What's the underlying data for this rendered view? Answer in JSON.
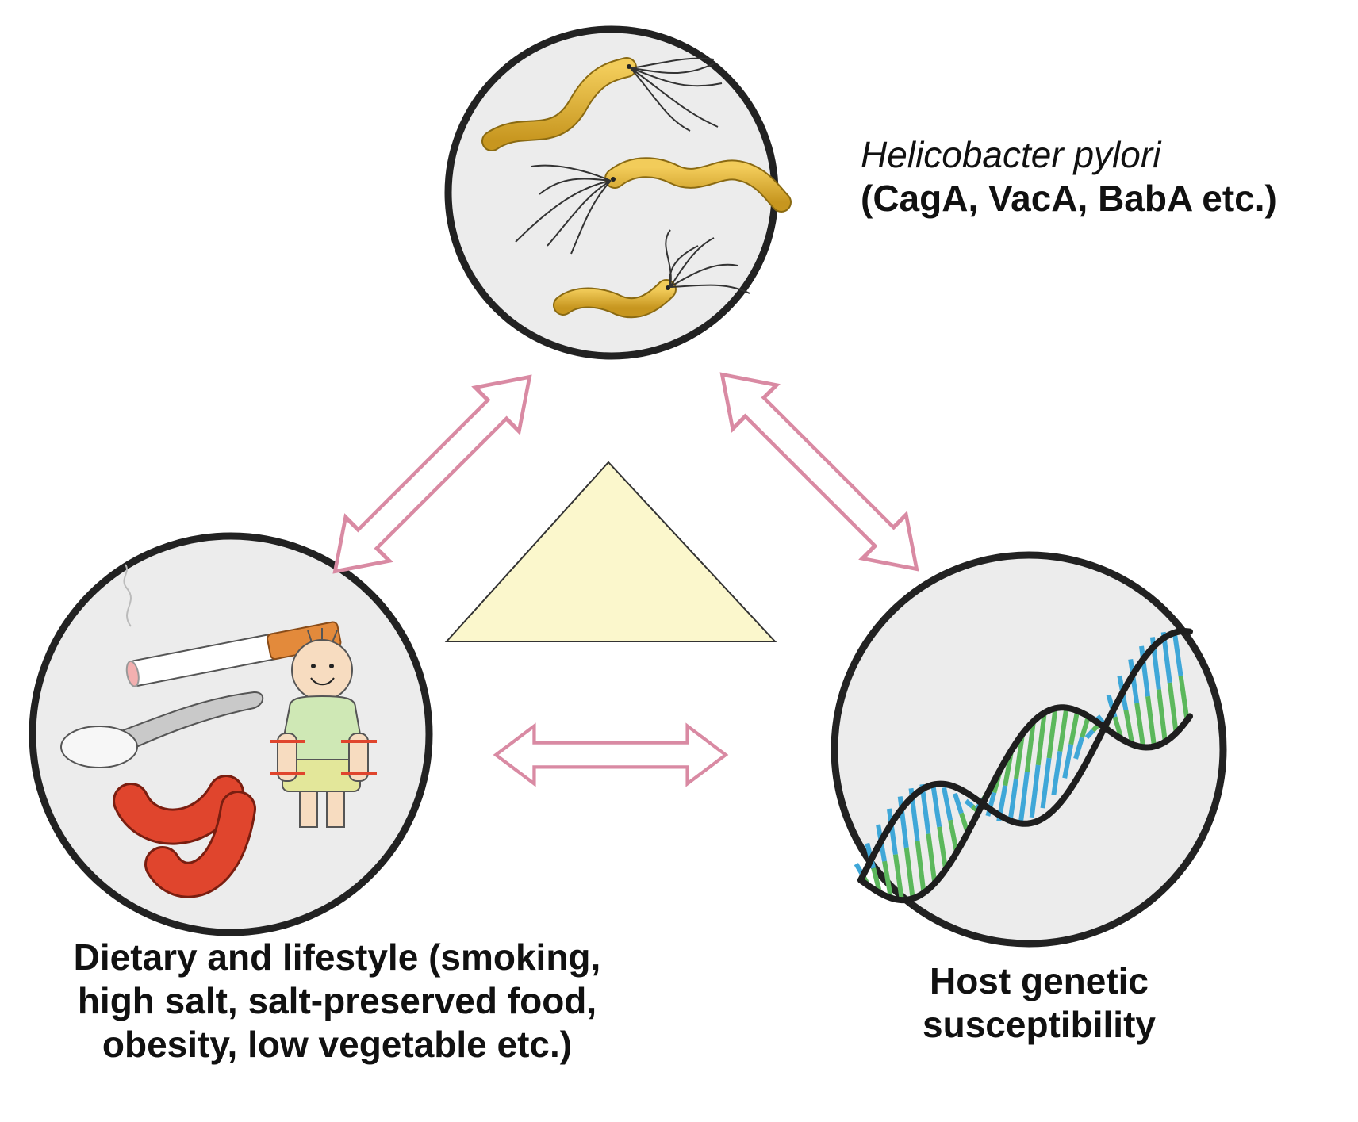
{
  "nodes": {
    "bacteria": {
      "title": "Helicobacter pylori",
      "subtitle": "(CagA, VacA, BabA etc.)"
    },
    "lifestyle": {
      "line1": "Dietary and lifestyle (smoking,",
      "line2": "high salt, salt-preserved food,",
      "line3": "obesity, low vegetable etc.)"
    },
    "host": {
      "line1": "Host genetic",
      "line2": "susceptibility"
    }
  },
  "colors": {
    "circle_fill": "#ececec",
    "circle_stroke": "#222222",
    "arrow_stroke": "#d98aa3",
    "triangle_fill": "#fbf7cc",
    "bacteria_body": "#e3b23c",
    "sausage": "#e0452d",
    "cigarette_filter": "#e38a3b",
    "shirt": "#cfe8b5",
    "shorts": "#e3e79a",
    "dna_colors": [
      "#e8c53a",
      "#3fa7d8",
      "#e05a45",
      "#5cb85c"
    ]
  },
  "icons": [
    "bacteria-icon",
    "cigarette-icon",
    "salt-spoon-icon",
    "sausage-icon",
    "obese-child-icon",
    "dna-helix-icon"
  ]
}
